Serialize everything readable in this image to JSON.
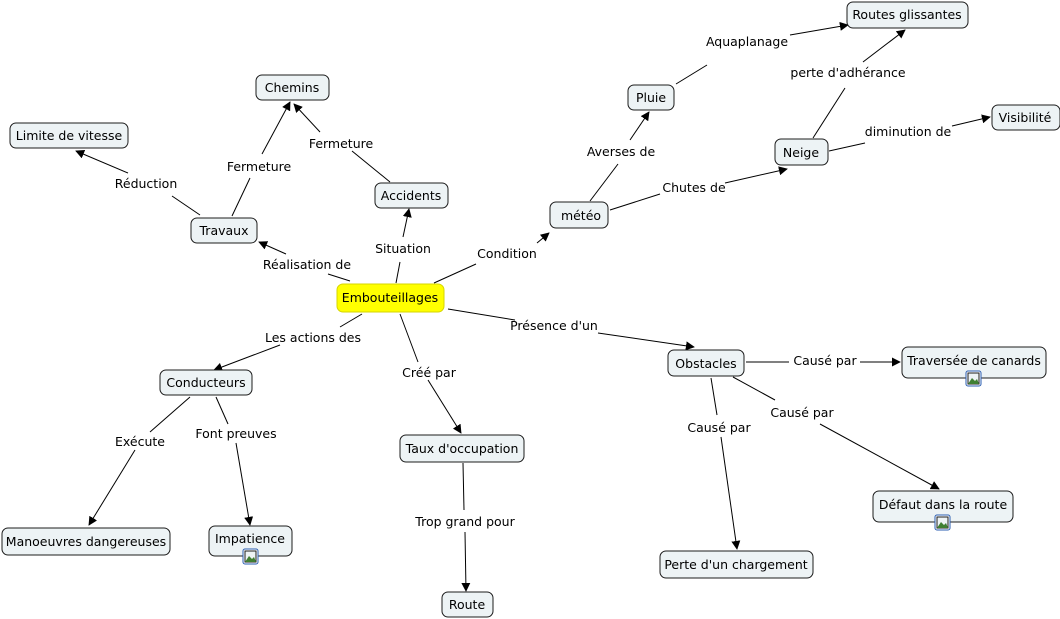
{
  "nodes": {
    "embouteillages": "Embouteillages",
    "chemins": "Chemins",
    "limite_vitesse": "Limite de vitesse",
    "accidents": "Accidents",
    "travaux": "Travaux",
    "meteo": "météo",
    "pluie": "Pluie",
    "routes_glissantes": "Routes glissantes",
    "neige": "Neige",
    "visibilite": "Visibilité",
    "conducteurs": "Conducteurs",
    "manoeuvres": "Manoeuvres dangereuses",
    "impatience": "Impatience",
    "taux_occupation": "Taux d'occupation",
    "route": "Route",
    "obstacles": "Obstacles",
    "traversee_canards": "Traversée de canards",
    "defaut_route": "Défaut dans la route",
    "perte_chargement": "Perte d'un chargement"
  },
  "links": {
    "reduction": "Réduction",
    "fermeture_travaux": "Fermeture",
    "fermeture_accidents": "Fermeture",
    "realisation": "Réalisation de",
    "situation": "Situation",
    "condition": "Condition",
    "averses": "Averses de",
    "aquaplanage": "Aquaplanage",
    "perte_adherance": "perte d'adhérance",
    "chutes": "Chutes de",
    "diminution": "diminution de",
    "actions": "Les actions des",
    "execute": "Exécute",
    "font_preuves": "Font preuves",
    "cree_par": "Créé par",
    "trop_grand": "Trop grand pour",
    "presence": "Présence d'un",
    "cause_canards": "Causé par",
    "cause_defaut": "Causé par",
    "cause_perte": "Causé par"
  },
  "colors": {
    "central_fill": "#ffff00",
    "node_fill": "#edf3f5",
    "node_stroke": "#1c1c1c"
  },
  "icons": {
    "image_attachment": "image-icon"
  }
}
